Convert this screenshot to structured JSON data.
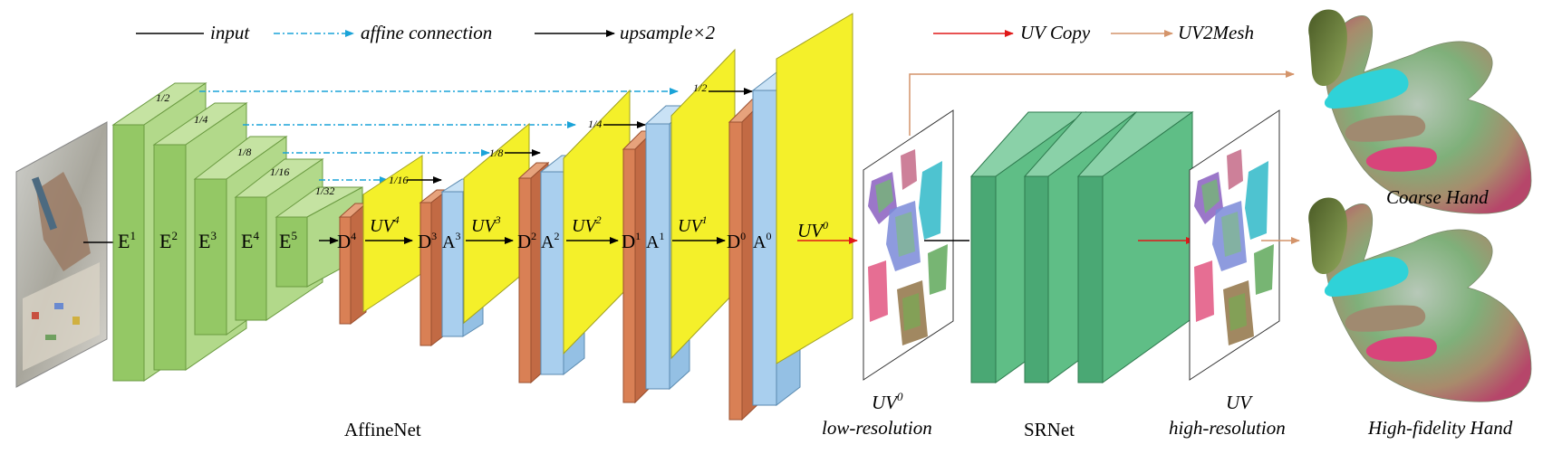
{
  "legend": {
    "input": "input",
    "affine": "affine connection",
    "upsample": "upsample×2",
    "uvcopy": "UV Copy",
    "uv2mesh": "UV2Mesh"
  },
  "colors": {
    "encoder_light": "#b6dc8c",
    "encoder_mid": "#9dcc6a",
    "encoder_dark": "#7fb34c",
    "decoder": "#d98055",
    "affine_block": "#a9cfee",
    "uv_block": "#f4f02a",
    "srnet": "#5fbe86",
    "affine_arrow": "#1aa3d8",
    "uvcopy_arrow": "#e01818",
    "uv2mesh_arrow": "#d4946a"
  },
  "encoder": {
    "labels": [
      "E",
      "E",
      "E",
      "E",
      "E"
    ],
    "sups": [
      "1",
      "2",
      "3",
      "4",
      "5"
    ]
  },
  "scales": [
    "1/2",
    "1/4",
    "1/8",
    "1/16",
    "1/32"
  ],
  "scales_dec": [
    "1/16",
    "1/8",
    "1/4",
    "1/2"
  ],
  "decoder": {
    "d_labels": [
      "D",
      "D",
      "D",
      "D",
      "D"
    ],
    "d_sups": [
      "4",
      "3",
      "2",
      "1",
      "0"
    ],
    "a_labels": [
      "A",
      "A",
      "A",
      "A"
    ],
    "a_sups": [
      "3",
      "2",
      "1",
      "0"
    ],
    "uv_labels": [
      "UV",
      "UV",
      "UV",
      "UV",
      "UV"
    ],
    "uv_sups": [
      "4",
      "3",
      "2",
      "1",
      "0"
    ]
  },
  "captions": {
    "affinenet": "AffineNet",
    "uv0": "UV",
    "uv0_sup": "0",
    "uv0_res": "low-resolution",
    "srnet": "SRNet",
    "uv": "UV",
    "uv_res": "high-resolution",
    "coarse": "Coarse Hand",
    "hifi": "High-fidelity Hand"
  }
}
